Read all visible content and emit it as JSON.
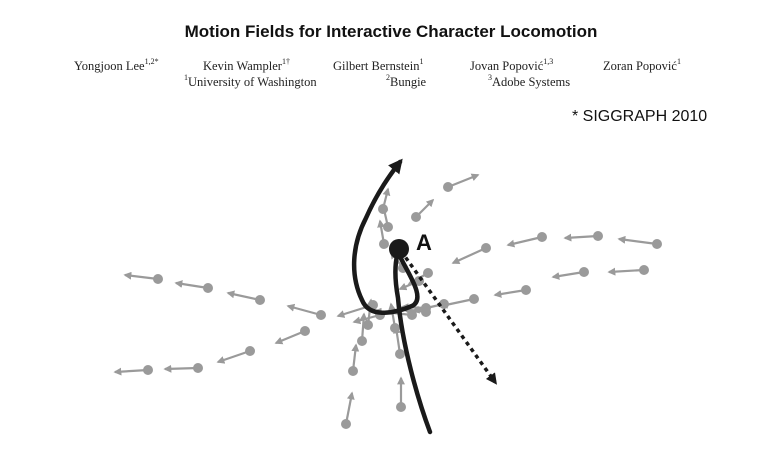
{
  "paper": {
    "title": "Motion Fields for Interactive Character Locomotion",
    "authors": [
      {
        "name": "Yongjoon Lee",
        "sup": "1,2*"
      },
      {
        "name": "Kevin Wampler",
        "sup": "1†"
      },
      {
        "name": "Gilbert Bernstein",
        "sup": "1"
      },
      {
        "name": "Jovan Popović",
        "sup": "1,3"
      },
      {
        "name": "Zoran Popović",
        "sup": "1"
      }
    ],
    "affiliations": [
      {
        "sup": "1",
        "name": "University of Washington"
      },
      {
        "sup": "2",
        "name": "Bungie"
      },
      {
        "sup": "3",
        "name": "Adobe Systems"
      }
    ],
    "venue_note": "* SIGGRAPH 2010"
  },
  "figure": {
    "state_label": "A",
    "colors": {
      "arrows": "#9a9a9a",
      "trajectory": "#1a1a1a"
    }
  }
}
